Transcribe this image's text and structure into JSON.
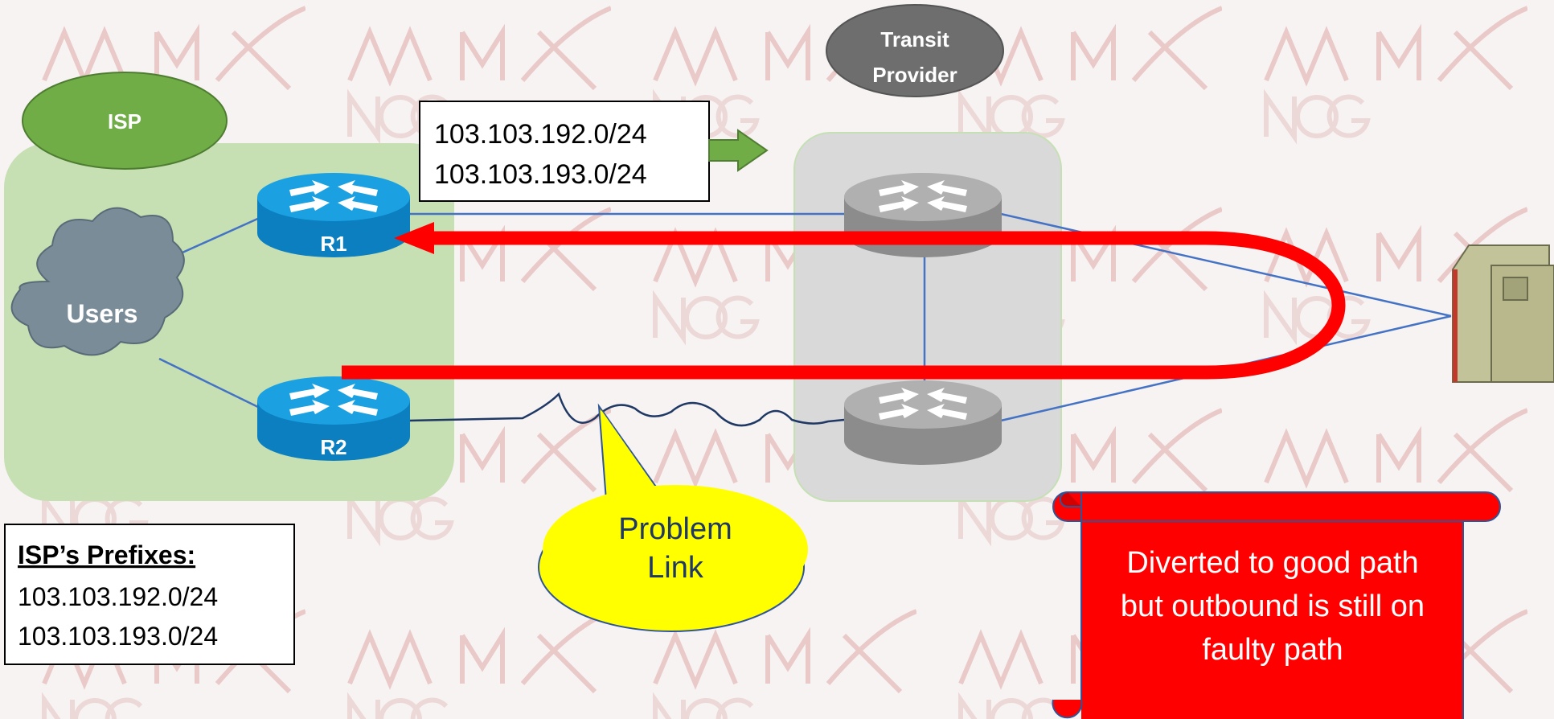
{
  "colors": {
    "isp_box": "#c6e0b4",
    "isp_label_bg": "#70ad47",
    "transit_box": "#d9d9d9",
    "transit_label_bg": "#6e6e6e",
    "router_isp": "#1ba1e2",
    "router_transit": "#a6a6a6",
    "cloud": "#7b8c99",
    "link_line": "#4472c4",
    "traffic_path": "#ff0000",
    "callout": "#ffff00",
    "scroll_banner": "#ff0000",
    "announce_arrow": "#70ad47",
    "watermark": "#e9c8c8"
  },
  "icons": {
    "router": "router-icon",
    "cloud": "cloud-icon",
    "server": "server-icon",
    "arrow": "arrow-right-icon"
  },
  "labels": {
    "isp": "ISP",
    "transit_line1": "Transit",
    "transit_line2": "Provider",
    "users": "Users",
    "r1": "R1",
    "r2": "R2",
    "problem_line1": "Problem",
    "problem_line2": "Link"
  },
  "announcement": {
    "prefixes": [
      "103.103.192.0/24",
      "103.103.193.0/24"
    ]
  },
  "isp_prefixes": {
    "title": "ISP’s Prefixes:",
    "prefixes": [
      "103.103.192.0/24",
      "103.103.193.0/24"
    ]
  },
  "banner": {
    "lines": [
      "Diverted to good path",
      "but outbound is still on",
      "faulty path"
    ]
  },
  "watermark": {
    "line1": "MM",
    "line2": "NOG"
  }
}
